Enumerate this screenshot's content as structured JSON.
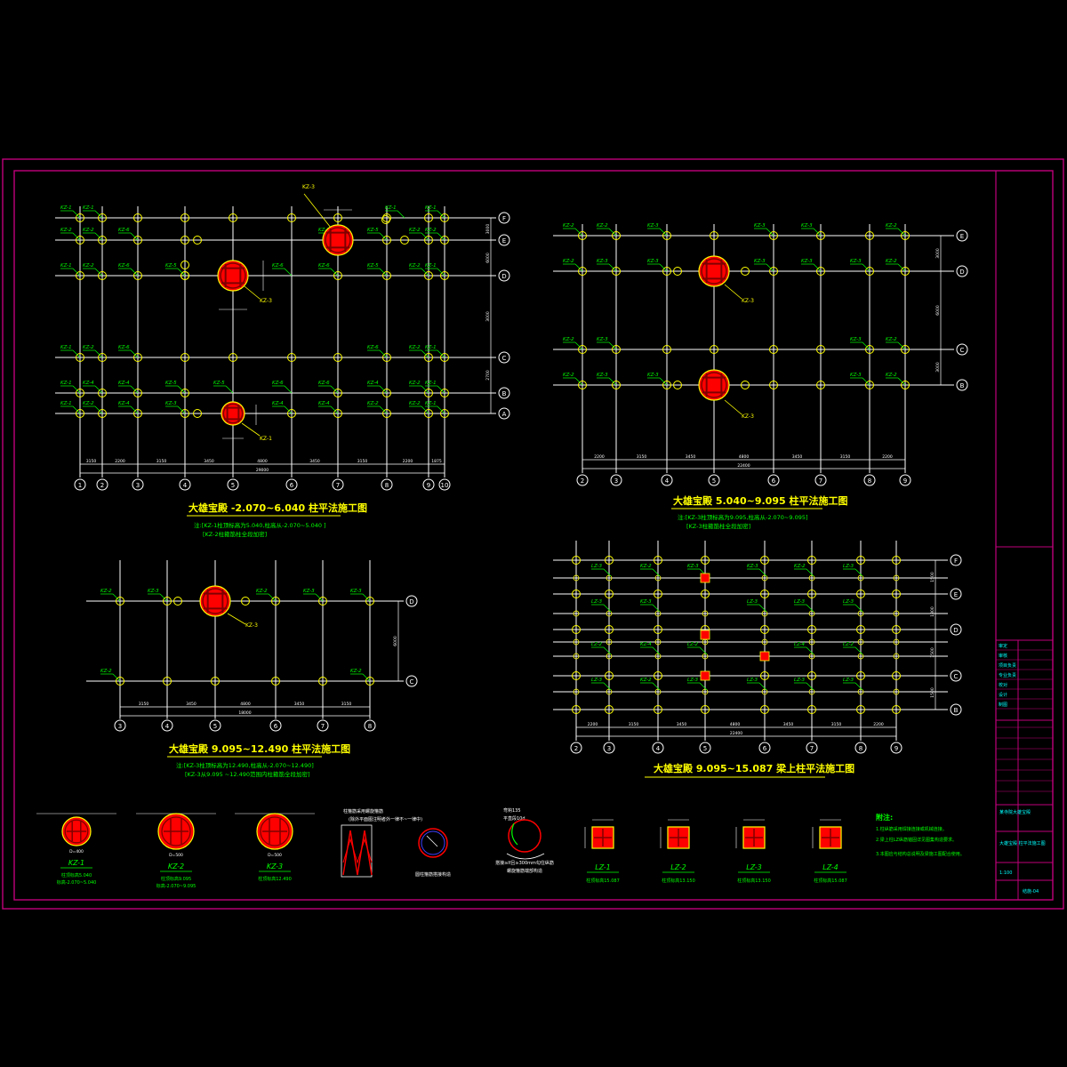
{
  "colors": {
    "background": "#000000",
    "frame": "#c0007a",
    "grid_line": "#ffffff",
    "label": "#00ff00",
    "title": "#ffff00",
    "column_node": "#ffff00",
    "round_column": "#ff0000",
    "rebar_ring": "#800000",
    "dimension": "#ffffff",
    "title_block_text": "#00ffff"
  },
  "plan1": {
    "title": "大雄宝殿 -2.070~6.040 柱平法施工图",
    "note1": "注:[KZ-1柱顶标高为5.040,柱高从-2.070~5.040 ]",
    "note2": "[KZ-2柱箍筋柱全段加密]",
    "axes_x": [
      "1",
      "2",
      "3",
      "4",
      "5",
      "6",
      "7",
      "8",
      "9",
      "10"
    ],
    "axes_y": [
      "F",
      "E",
      "D",
      "C",
      "B",
      "A"
    ],
    "dim_segments": [
      "3150",
      "2200",
      "3150",
      "3450",
      "4800",
      "3450",
      "3150",
      "2200",
      "1875"
    ],
    "dim_total": "29000",
    "callout_top": "KZ-3",
    "callout_mid": "KZ-3",
    "callout_bottom": "KZ-1",
    "dim_y": [
      "3000",
      "6000",
      "3000",
      "2700"
    ]
  },
  "plan2": {
    "title": "大雄宝殿 5.040~9.095 柱平法施工图",
    "note1": "注:[KZ-3柱顶标高为9.095,柱高从-2.070~9.095]",
    "note2": "[KZ-3柱箍筋柱全段加密]",
    "axes_x": [
      "2",
      "3",
      "4",
      "5",
      "6",
      "7",
      "8",
      "9"
    ],
    "axes_y": [
      "E",
      "D",
      "C",
      "B"
    ],
    "dim_segments": [
      "2200",
      "3150",
      "3450",
      "4800",
      "3450",
      "3150",
      "2200"
    ],
    "dim_total": "22400",
    "callout_top": "KZ-3",
    "callout_bottom": "KZ-3",
    "dim_y": [
      "3000",
      "6000",
      "3000"
    ]
  },
  "plan3": {
    "title": "大雄宝殿 9.095~12.490 柱平法施工图",
    "note1": "注:[KZ-3柱顶标高为12.490,柱高从-2.070~12.490]",
    "note2": "[KZ-3从9.095 ~12.490范围内柱箍筋全段加密]",
    "axes_x": [
      "3",
      "4",
      "5",
      "6",
      "7",
      "8"
    ],
    "axes_y": [
      "D",
      "C"
    ],
    "dim_segments": [
      "3150",
      "3450",
      "4800",
      "3450",
      "3150"
    ],
    "dim_total": "18000",
    "callout": "KZ-3",
    "dim_y": [
      "6000"
    ]
  },
  "plan4": {
    "title": "大雄宝殿 9.095~15.087 梁上柱平法施工图",
    "axes_x": [
      "2",
      "3",
      "4",
      "5",
      "6",
      "7",
      "8",
      "9"
    ],
    "axes_y": [
      "F",
      "E",
      "D",
      "C",
      "B"
    ],
    "dim_segments": [
      "2200",
      "3150",
      "3450",
      "4800",
      "3450",
      "3150",
      "2200"
    ],
    "dim_total": "22400"
  },
  "column_labels": {
    "kz1": "KZ-1",
    "kz2": "KZ-2",
    "kz3": "KZ-3",
    "kz4": "KZ-4",
    "kz5": "KZ-5",
    "kz6": "KZ-6",
    "lz1": "LZ-1",
    "lz2": "LZ-2",
    "lz3": "LZ-3",
    "lz4": "LZ-4"
  },
  "details": {
    "kz1": {
      "name": "KZ-1",
      "caption1": "柱顶标高5.040",
      "caption2": "标高-2.070~5.040",
      "dia": "D=400"
    },
    "kz2": {
      "name": "KZ-2",
      "caption1": "柱顶标高9.095",
      "caption2": "标高-2.070~9.095",
      "dia": "D=500"
    },
    "kz3": {
      "name": "KZ-3",
      "caption1": "柱顶标高12.490",
      "caption2": "",
      "dia": "D=500"
    },
    "spiral_note1": "柱箍筋采用螺旋箍筋",
    "spiral_note2": "(除外平面图注明者外一律不~一律中)",
    "ring_caption": "圆柱箍筋搭接构造",
    "hook_note1": "弯钩135",
    "hook_note2": "平直段10d",
    "hook_caption1": "搭接≥lf且≥300mm勾住纵筋",
    "hook_caption2": "螺旋箍筋端部构造",
    "lz1": {
      "name": "LZ-1",
      "caption": "柱顶标高15.087"
    },
    "lz2": {
      "name": "LZ-2",
      "caption": "柱顶标高13.150"
    },
    "lz3": {
      "name": "LZ-3",
      "caption": "柱顶标高13.150"
    },
    "lz4": {
      "name": "LZ-4",
      "caption": "柱顶标高15.087"
    }
  },
  "notes": {
    "heading": "附注:",
    "item1": "1.柱纵筋采用焊接连接或机械连接。",
    "item2": "2.梁上柱LZ纵筋锚固详见图集构造要求。",
    "item3": "3.本图应与结构总说明及梁施工图配合使用。"
  },
  "title_block": {
    "project": "某寺院大雄宝殿",
    "drawing": "大雄宝殿 柱平法施工图",
    "rows": [
      "审定",
      "审核",
      "项目负责",
      "专业负责",
      "校对",
      "设计",
      "制图"
    ],
    "sheet_no": "结施-04",
    "scale": "1:100"
  }
}
